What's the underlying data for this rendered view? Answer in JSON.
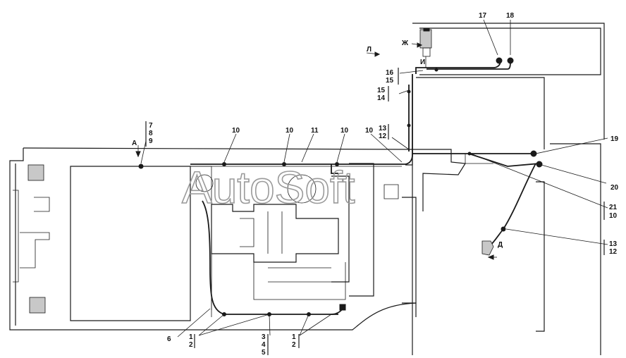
{
  "watermark": "AutoSoft",
  "view_letters": {
    "A": "А",
    "L": "Л",
    "Zh": "Ж",
    "I": "И",
    "D": "Д"
  },
  "callouts": {
    "n17": "17",
    "n18": "18",
    "n16": "16",
    "n15a": "15",
    "n15b": "15",
    "n14": "14",
    "n13a": "13",
    "n12a": "12",
    "n19": "19",
    "n20": "20",
    "n21": "21",
    "n10e": "10",
    "n13b": "13",
    "n12b": "12",
    "n7": "7",
    "n8": "8",
    "n9": "9",
    "n10a": "10",
    "n10b": "10",
    "n11": "11",
    "n10c": "10",
    "n10d": "10",
    "n6": "6",
    "n1a": "1",
    "n2a": "2",
    "n3": "3",
    "n4": "4",
    "n5": "5",
    "n1b": "1",
    "n2b": "2"
  }
}
